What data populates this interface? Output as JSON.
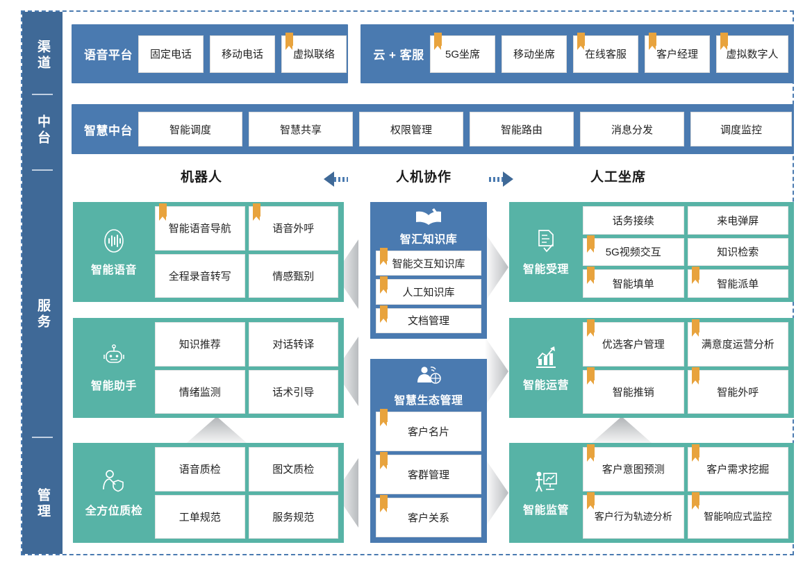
{
  "rail": {
    "items": [
      {
        "label": "渠\n道"
      },
      {
        "label": "中\n台"
      },
      {
        "label": "服\n务"
      },
      {
        "label": "管\n理"
      }
    ],
    "labels": [
      "渠道",
      "中台",
      "服务",
      "管理"
    ],
    "color": "#3f6997"
  },
  "colors": {
    "blue": "#4a7ab0",
    "blue_dark": "#3f6997",
    "green": "#57b3a6",
    "bookmark": "#e8a33d",
    "chevron": "#c9cbcd",
    "frame": "#4a7ab0"
  },
  "channel_layer": {
    "groups": [
      {
        "title": "语音平台",
        "items": [
          {
            "label": "固定电话",
            "bookmark": false
          },
          {
            "label": "移动电话",
            "bookmark": false
          },
          {
            "label": "虚拟联络",
            "bookmark": true
          }
        ]
      },
      {
        "title": "云 + 客服",
        "items": [
          {
            "label": "5G坐席",
            "bookmark": true
          },
          {
            "label": "移动坐席",
            "bookmark": false
          },
          {
            "label": "在线客服",
            "bookmark": true
          },
          {
            "label": "客户经理",
            "bookmark": true
          },
          {
            "label": "虚拟数字人",
            "bookmark": true
          }
        ]
      }
    ]
  },
  "platform_layer": {
    "title": "智慧中台",
    "items": [
      {
        "label": "智能调度",
        "bookmark": false
      },
      {
        "label": "智慧共享",
        "bookmark": false
      },
      {
        "label": "权限管理",
        "bookmark": false
      },
      {
        "label": "智能路由",
        "bookmark": false
      },
      {
        "label": "消息分发",
        "bookmark": false
      },
      {
        "label": "调度监控",
        "bookmark": false
      }
    ]
  },
  "column_headers": {
    "left": "机器人",
    "center": "人机协作",
    "right": "人工坐席"
  },
  "left_column": [
    {
      "title": "智能语音",
      "icon": "voice-wave-icon",
      "tiles": [
        {
          "label": "智能语音导航",
          "bookmark": true
        },
        {
          "label": "语音外呼",
          "bookmark": true
        },
        {
          "label": "全程录音转写",
          "bookmark": false
        },
        {
          "label": "情感甄别",
          "bookmark": false
        }
      ]
    },
    {
      "title": "智能助手",
      "icon": "robot-icon",
      "tiles": [
        {
          "label": "知识推荐",
          "bookmark": false
        },
        {
          "label": "对话转译",
          "bookmark": false
        },
        {
          "label": "情绪监测",
          "bookmark": false
        },
        {
          "label": "话术引导",
          "bookmark": false
        }
      ]
    },
    {
      "title": "全方位质检",
      "icon": "person-shield-icon",
      "tiles": [
        {
          "label": "语音质检",
          "bookmark": false
        },
        {
          "label": "图文质检",
          "bookmark": false
        },
        {
          "label": "工单规范",
          "bookmark": false
        },
        {
          "label": "服务规范",
          "bookmark": false
        }
      ]
    }
  ],
  "center_column": [
    {
      "title": "智汇知识库",
      "icon": "open-book-pen-icon",
      "items": [
        {
          "label": "智能交互知识库",
          "bookmark": true
        },
        {
          "label": "人工知识库",
          "bookmark": true
        },
        {
          "label": "文档管理",
          "bookmark": true
        }
      ]
    },
    {
      "title": "智慧生态管理",
      "icon": "person-network-icon",
      "items": [
        {
          "label": "客户名片",
          "bookmark": true
        },
        {
          "label": "客群管理",
          "bookmark": true
        },
        {
          "label": "客户关系",
          "bookmark": true
        }
      ]
    }
  ],
  "right_column": [
    {
      "title": "智能受理",
      "icon": "document-check-icon",
      "rows": 3,
      "tiles": [
        {
          "label": "话务接续",
          "bookmark": false
        },
        {
          "label": "来电弹屏",
          "bookmark": false
        },
        {
          "label": "5G视频交互",
          "bookmark": true
        },
        {
          "label": "知识检索",
          "bookmark": false
        },
        {
          "label": "智能填单",
          "bookmark": true
        },
        {
          "label": "智能派单",
          "bookmark": true
        }
      ]
    },
    {
      "title": "智能运营",
      "icon": "chart-trend-icon",
      "rows": 2,
      "tiles": [
        {
          "label": "优选客户管理",
          "bookmark": true
        },
        {
          "label": "满意度运营分析",
          "bookmark": true
        },
        {
          "label": "智能推销",
          "bookmark": true
        },
        {
          "label": "智能外呼",
          "bookmark": true
        }
      ]
    },
    {
      "title": "智能监管",
      "icon": "presentation-person-icon",
      "rows": 2,
      "tiles": [
        {
          "label": "客户意图预测",
          "bookmark": true
        },
        {
          "label": "客户需求挖掘",
          "bookmark": true
        },
        {
          "label": "客户行为轨迹分析",
          "bookmark": true
        },
        {
          "label": "智能响应式监控",
          "bookmark": true
        }
      ]
    }
  ]
}
